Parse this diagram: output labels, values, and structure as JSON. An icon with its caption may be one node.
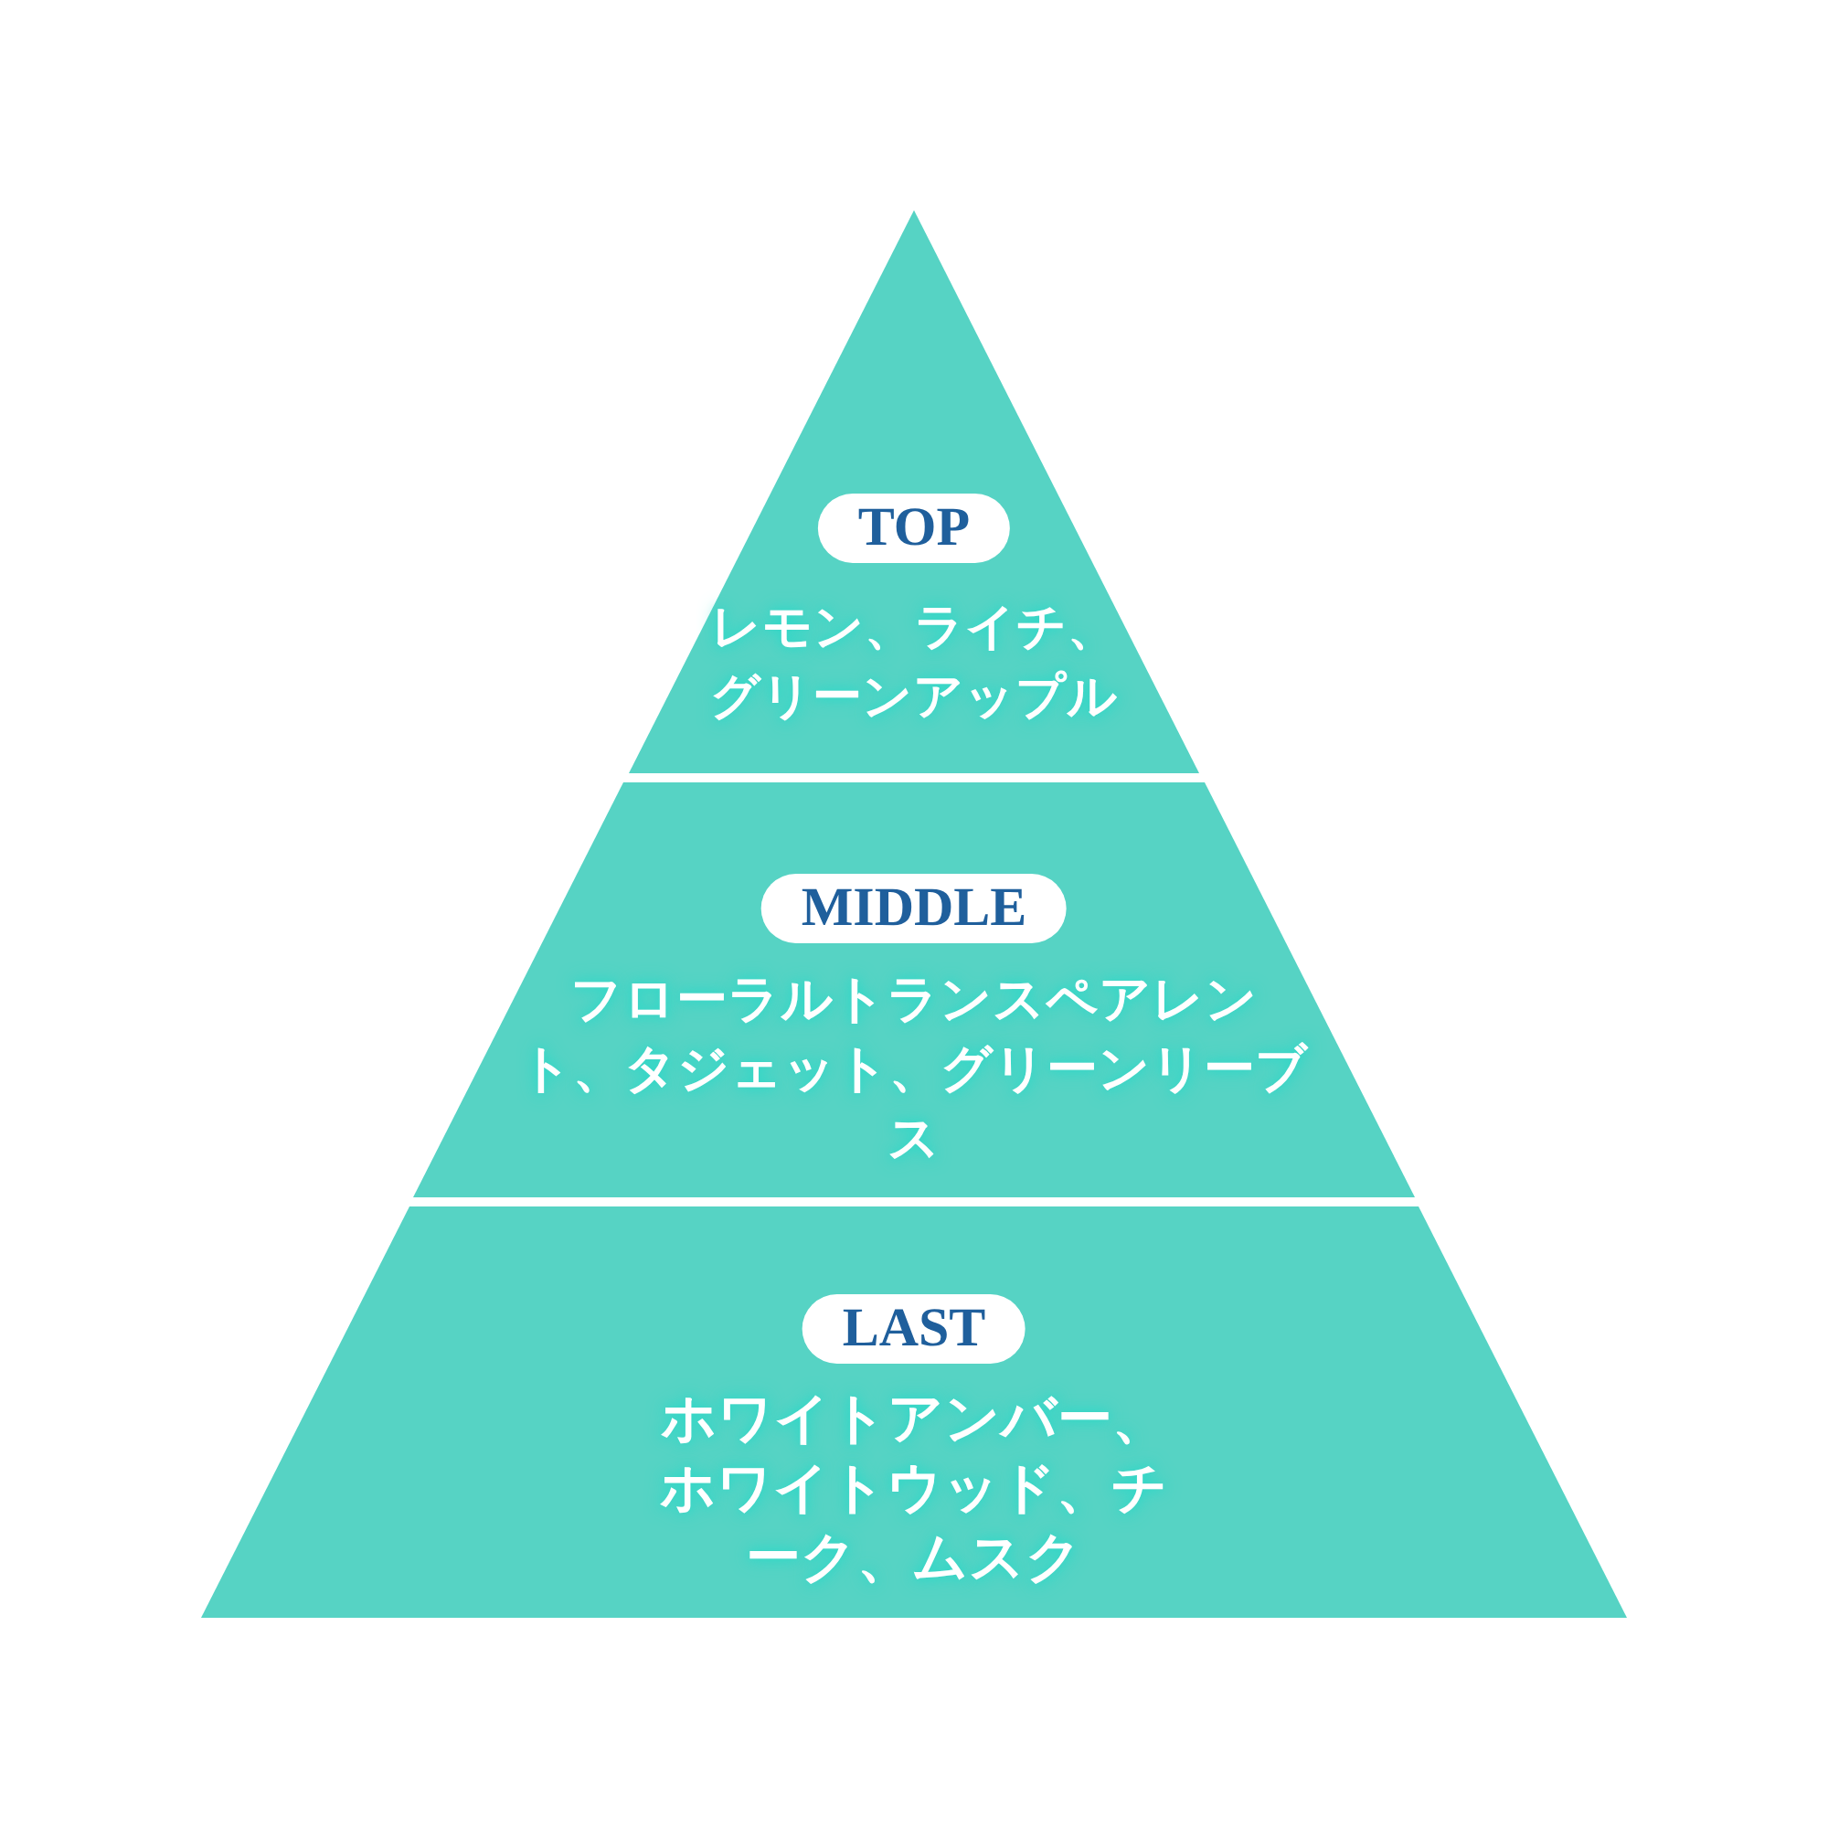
{
  "diagram": {
    "nodes": [
      {
        "text": [
          "TOP",
          "レモン、ライチ、グリーンアップル"
        ]
      },
      {
        "text": [
          "MIDDLE",
          "フローラルトランスペアレント、タジェット、グリーンリーブス"
        ]
      },
      {
        "text": [
          "LAST",
          "ホワイトアンバー、ホワイトウッド、チーク、ムスク"
        ]
      }
    ]
  }
}
